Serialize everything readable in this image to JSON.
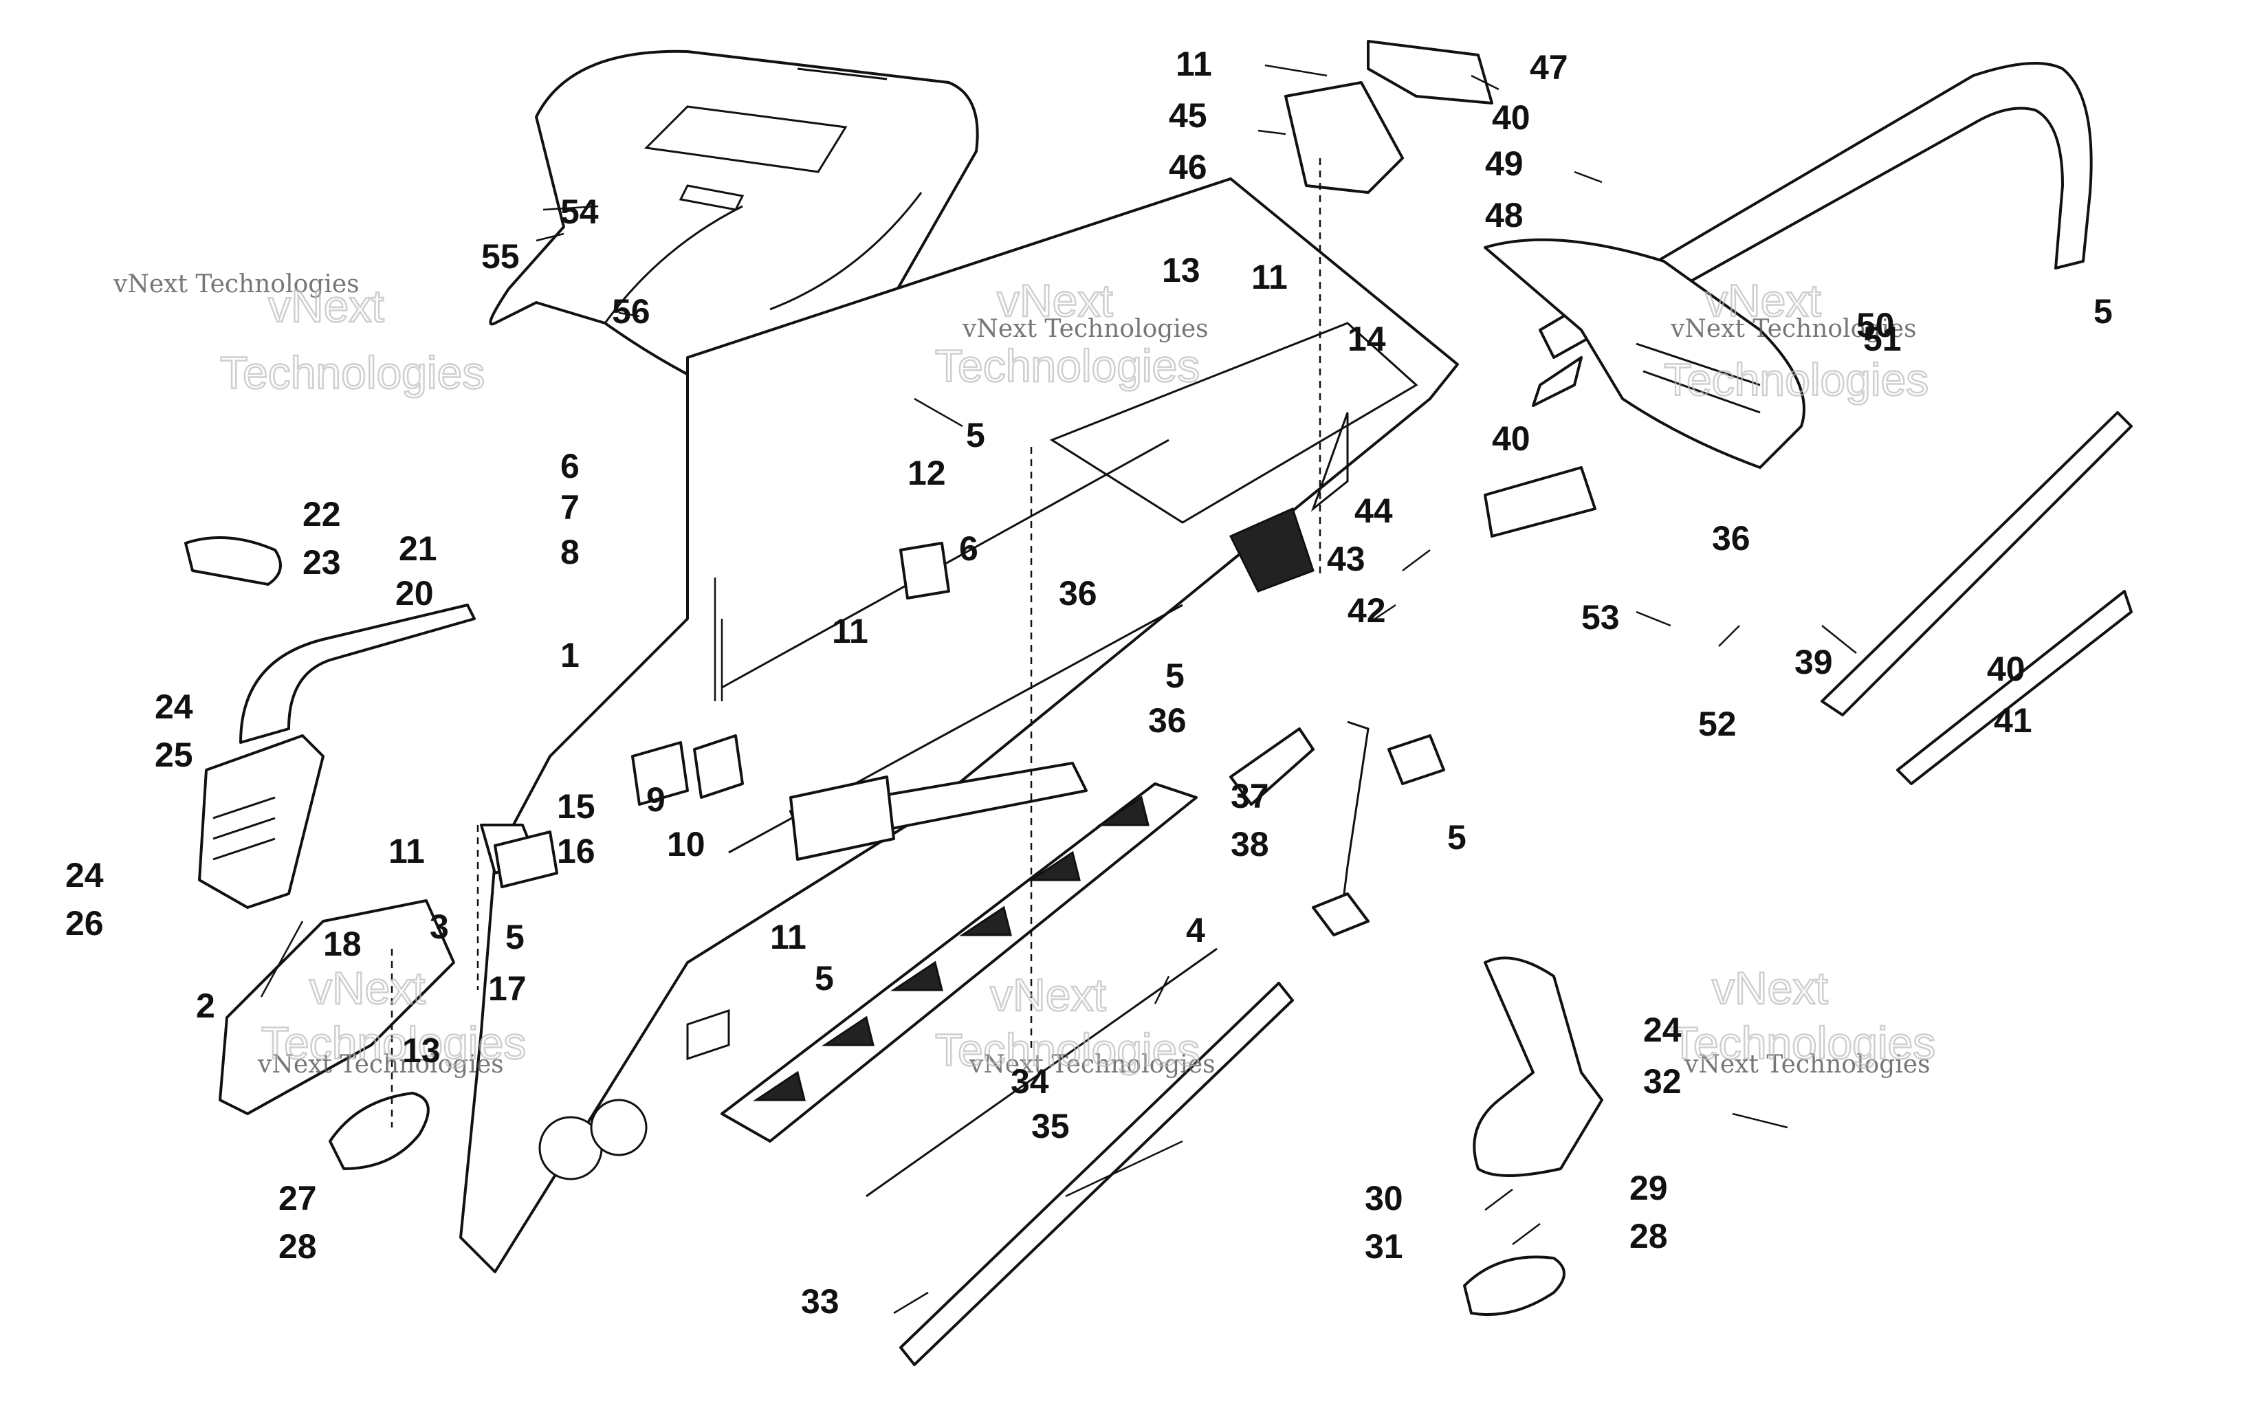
{
  "watermark": {
    "line1": "vNext",
    "line2": "Technologies",
    "full": "vNext Technologies"
  },
  "callouts": [
    {
      "id": "c1",
      "label": "1"
    },
    {
      "id": "c2",
      "label": "2"
    },
    {
      "id": "c3",
      "label": "3"
    },
    {
      "id": "c4",
      "label": "4"
    },
    {
      "id": "c5a",
      "label": "5"
    },
    {
      "id": "c5b",
      "label": "5"
    },
    {
      "id": "c5c",
      "label": "5"
    },
    {
      "id": "c5d",
      "label": "5"
    },
    {
      "id": "c5e",
      "label": "5"
    },
    {
      "id": "c5f",
      "label": "5"
    },
    {
      "id": "c6a",
      "label": "6"
    },
    {
      "id": "c6b",
      "label": "6"
    },
    {
      "id": "c7",
      "label": "7"
    },
    {
      "id": "c8",
      "label": "8"
    },
    {
      "id": "c9",
      "label": "9"
    },
    {
      "id": "c10",
      "label": "10"
    },
    {
      "id": "c11a",
      "label": "11"
    },
    {
      "id": "c11b",
      "label": "11"
    },
    {
      "id": "c11c",
      "label": "11"
    },
    {
      "id": "c11d",
      "label": "11"
    },
    {
      "id": "c11e",
      "label": "11"
    },
    {
      "id": "c12",
      "label": "12"
    },
    {
      "id": "c13a",
      "label": "13"
    },
    {
      "id": "c13b",
      "label": "13"
    },
    {
      "id": "c14",
      "label": "14"
    },
    {
      "id": "c15",
      "label": "15"
    },
    {
      "id": "c16",
      "label": "16"
    },
    {
      "id": "c17",
      "label": "17"
    },
    {
      "id": "c18",
      "label": "18"
    },
    {
      "id": "c20",
      "label": "20"
    },
    {
      "id": "c21",
      "label": "21"
    },
    {
      "id": "c22",
      "label": "22"
    },
    {
      "id": "c23",
      "label": "23"
    },
    {
      "id": "c24a",
      "label": "24"
    },
    {
      "id": "c24b",
      "label": "24"
    },
    {
      "id": "c24c",
      "label": "24"
    },
    {
      "id": "c25",
      "label": "25"
    },
    {
      "id": "c26",
      "label": "26"
    },
    {
      "id": "c27",
      "label": "27"
    },
    {
      "id": "c28a",
      "label": "28"
    },
    {
      "id": "c28b",
      "label": "28"
    },
    {
      "id": "c29",
      "label": "29"
    },
    {
      "id": "c30",
      "label": "30"
    },
    {
      "id": "c31",
      "label": "31"
    },
    {
      "id": "c32",
      "label": "32"
    },
    {
      "id": "c33",
      "label": "33"
    },
    {
      "id": "c34",
      "label": "34"
    },
    {
      "id": "c35",
      "label": "35"
    },
    {
      "id": "c36a",
      "label": "36"
    },
    {
      "id": "c36b",
      "label": "36"
    },
    {
      "id": "c36c",
      "label": "36"
    },
    {
      "id": "c37",
      "label": "37"
    },
    {
      "id": "c38",
      "label": "38"
    },
    {
      "id": "c39",
      "label": "39"
    },
    {
      "id": "c40a",
      "label": "40"
    },
    {
      "id": "c40b",
      "label": "40"
    },
    {
      "id": "c40c",
      "label": "40"
    },
    {
      "id": "c41",
      "label": "41"
    },
    {
      "id": "c42",
      "label": "42"
    },
    {
      "id": "c43",
      "label": "43"
    },
    {
      "id": "c44",
      "label": "44"
    },
    {
      "id": "c45",
      "label": "45"
    },
    {
      "id": "c46",
      "label": "46"
    },
    {
      "id": "c47",
      "label": "47"
    },
    {
      "id": "c48",
      "label": "48"
    },
    {
      "id": "c49",
      "label": "49"
    },
    {
      "id": "c50",
      "label": "50"
    },
    {
      "id": "c51",
      "label": "51"
    },
    {
      "id": "c52",
      "label": "52"
    },
    {
      "id": "c53",
      "label": "53"
    },
    {
      "id": "c54",
      "label": "54"
    },
    {
      "id": "c55",
      "label": "55"
    },
    {
      "id": "c56",
      "label": "56"
    }
  ]
}
